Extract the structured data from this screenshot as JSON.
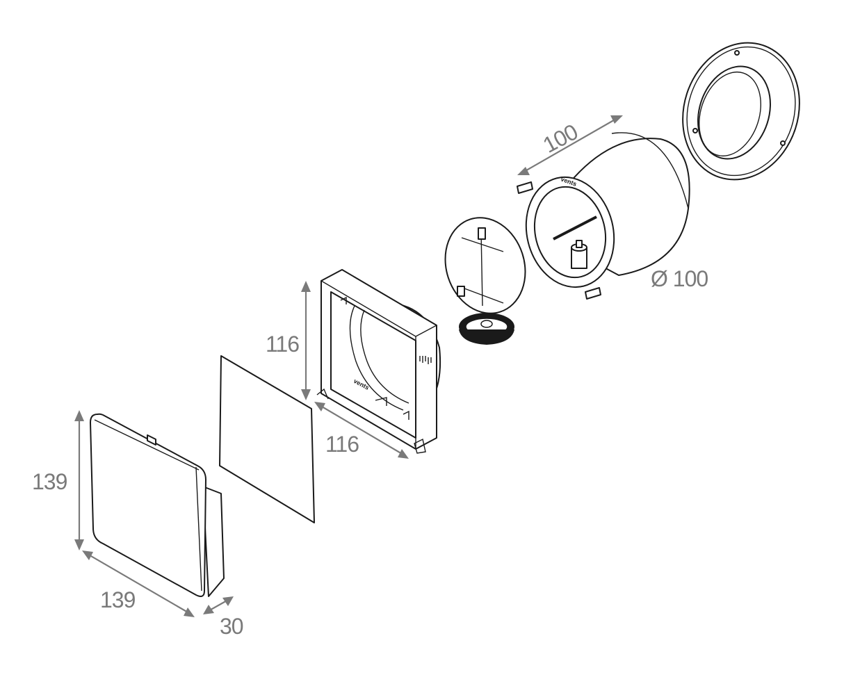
{
  "diagram": {
    "colors": {
      "dimension": "#7a7a7a",
      "outline": "#1a1a1a",
      "background": "#ffffff"
    },
    "dimensions": {
      "front_cover_height": "139",
      "front_cover_width": "139",
      "front_cover_depth": "30",
      "housing_height": "116",
      "housing_width": "116",
      "duct_length": "100",
      "duct_diameter": "Ø 100"
    },
    "parts": [
      "front-cover",
      "cover-panel",
      "housing-frame",
      "back-draft-shutter",
      "duct-sleeve",
      "wall-ring"
    ]
  }
}
